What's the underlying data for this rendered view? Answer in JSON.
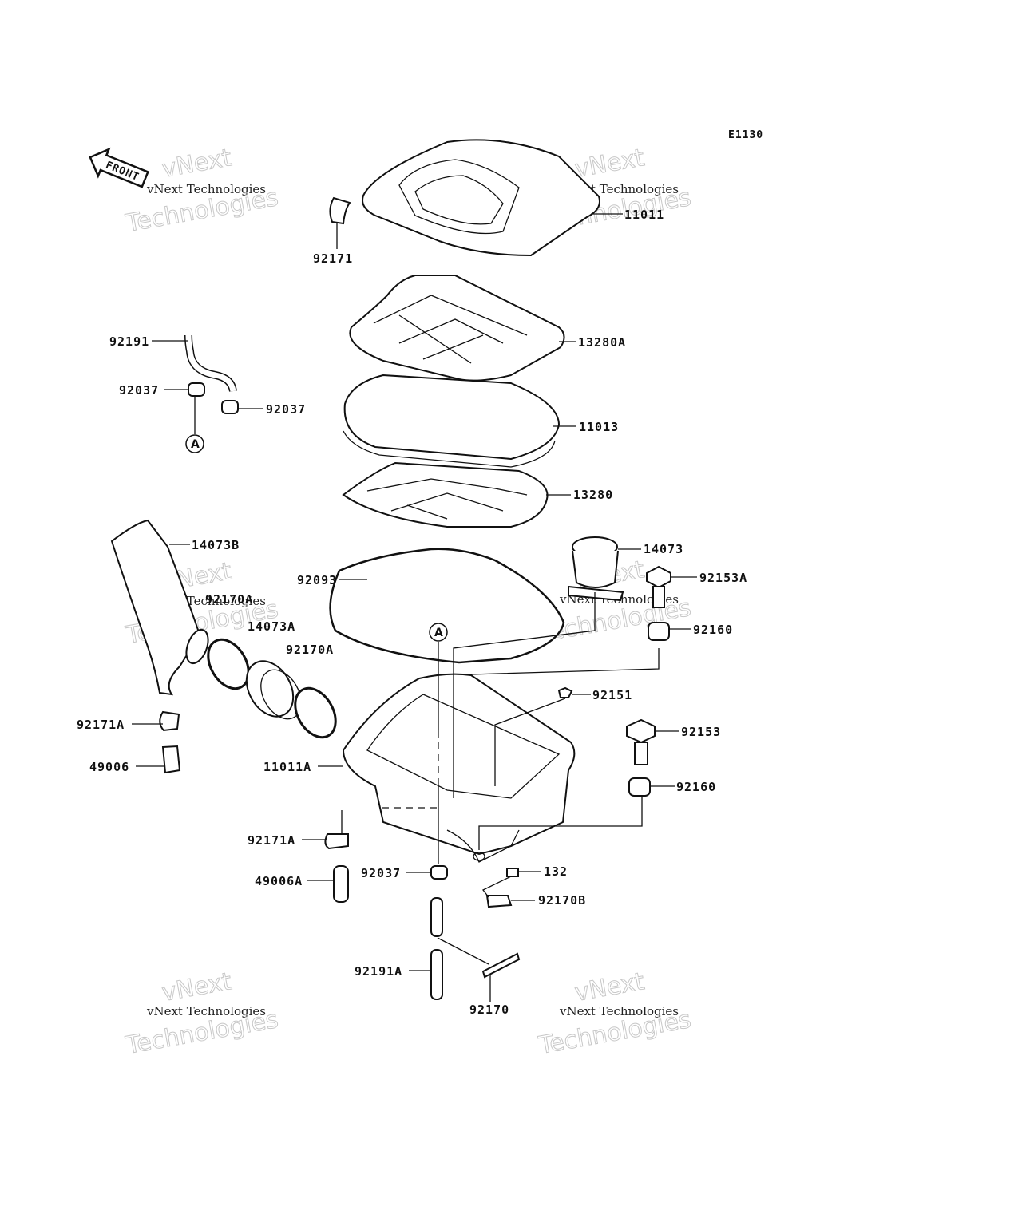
{
  "diagram_code": "E1130",
  "front_label": "FRONT",
  "ref_marker": "A",
  "watermark": {
    "line1": "vNext",
    "line2": "vNext Technologies",
    "line3": "Technologies"
  },
  "callouts": [
    {
      "id": "11011",
      "label": "11011"
    },
    {
      "id": "92171",
      "label": "92171"
    },
    {
      "id": "13280A",
      "label": "13280A"
    },
    {
      "id": "92191",
      "label": "92191"
    },
    {
      "id": "92037a",
      "label": "92037"
    },
    {
      "id": "92037b",
      "label": "92037"
    },
    {
      "id": "11013",
      "label": "11013"
    },
    {
      "id": "13280",
      "label": "13280"
    },
    {
      "id": "14073B",
      "label": "14073B"
    },
    {
      "id": "14073",
      "label": "14073"
    },
    {
      "id": "92093",
      "label": "92093"
    },
    {
      "id": "92153A",
      "label": "92153A"
    },
    {
      "id": "92170Aa",
      "label": "92170A"
    },
    {
      "id": "14073A",
      "label": "14073A"
    },
    {
      "id": "92170Ab",
      "label": "92170A"
    },
    {
      "id": "92160a",
      "label": "92160"
    },
    {
      "id": "92151",
      "label": "92151"
    },
    {
      "id": "92171Aa",
      "label": "92171A"
    },
    {
      "id": "92153",
      "label": "92153"
    },
    {
      "id": "49006",
      "label": "49006"
    },
    {
      "id": "11011A",
      "label": "11011A"
    },
    {
      "id": "92160b",
      "label": "92160"
    },
    {
      "id": "92171Ab",
      "label": "92171A"
    },
    {
      "id": "132",
      "label": "132"
    },
    {
      "id": "92037c",
      "label": "92037"
    },
    {
      "id": "49006A",
      "label": "49006A"
    },
    {
      "id": "92170B",
      "label": "92170B"
    },
    {
      "id": "92191A",
      "label": "92191A"
    },
    {
      "id": "92170",
      "label": "92170"
    }
  ]
}
